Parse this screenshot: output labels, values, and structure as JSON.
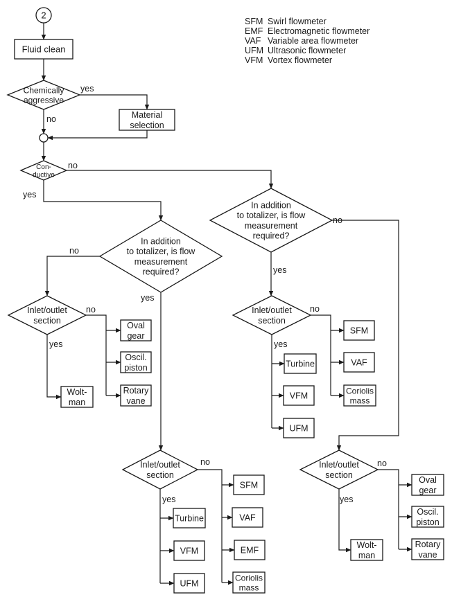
{
  "connector": "2",
  "legend": [
    {
      "abbr": "SFM",
      "name": "Swirl flowmeter"
    },
    {
      "abbr": "EMF",
      "name": "Electromagnetic flowmeter"
    },
    {
      "abbr": "VAF",
      "name": "Variable area flowmeter"
    },
    {
      "abbr": "UFM",
      "name": "Ultrasonic flowmeter"
    },
    {
      "abbr": "VFM",
      "name": "Vortex flowmeter"
    }
  ],
  "nodes": {
    "fluid_clean": [
      "Fluid clean"
    ],
    "chem_aggressive": [
      "Chemically",
      "aggressive"
    ],
    "material_selection": [
      "Material",
      "selection"
    ],
    "conductive": [
      "Con-",
      "ductive"
    ],
    "flow_q_left": [
      "In addition",
      "to totalizer, is flow",
      "measurement",
      "required?"
    ],
    "flow_q_right": [
      "In addition",
      "to totalizer, is flow",
      "measurement",
      "required?"
    ],
    "inlet_a": [
      "Inlet/outlet",
      "section"
    ],
    "inlet_b": [
      "Inlet/outlet",
      "section"
    ],
    "inlet_c": [
      "Inlet/outlet",
      "section"
    ],
    "inlet_d": [
      "Inlet/outlet",
      "section"
    ],
    "a_oval": [
      "Oval",
      "gear"
    ],
    "a_oscil": [
      "Oscil.",
      "piston"
    ],
    "a_rotary": [
      "Rotary",
      "vane"
    ],
    "a_woltman": [
      "Wolt-",
      "man"
    ],
    "b_sfm": [
      "SFM"
    ],
    "b_vaf": [
      "VAF"
    ],
    "b_coriolis": [
      "Coriolis",
      "mass"
    ],
    "b_turbine": [
      "Turbine"
    ],
    "b_vfm": [
      "VFM"
    ],
    "b_ufm": [
      "UFM"
    ],
    "c_sfm": [
      "SFM"
    ],
    "c_vaf": [
      "VAF"
    ],
    "c_emf": [
      "EMF"
    ],
    "c_coriolis": [
      "Coriolis",
      "mass"
    ],
    "c_turbine": [
      "Turbine"
    ],
    "c_vfm": [
      "VFM"
    ],
    "c_ufm": [
      "UFM"
    ],
    "d_oval": [
      "Oval",
      "gear"
    ],
    "d_oscil": [
      "Oscil.",
      "piston"
    ],
    "d_rotary": [
      "Rotary",
      "vane"
    ],
    "d_woltman": [
      "Wolt-",
      "man"
    ]
  },
  "edge_labels": {
    "chem_yes": "yes",
    "chem_no": "no",
    "cond_no": "no",
    "cond_yes": "yes",
    "q_left_no": "no",
    "q_left_yes": "yes",
    "q_right_no": "no",
    "q_right_yes": "yes",
    "inlet_a_no": "no",
    "inlet_a_yes": "yes",
    "inlet_b_no": "no",
    "inlet_b_yes": "yes",
    "inlet_c_no": "no",
    "inlet_c_yes": "yes",
    "inlet_d_no": "no",
    "inlet_d_yes": "yes"
  },
  "colors": {
    "stroke": "#1a1a1a",
    "text": "#1a1a1a",
    "background": "#ffffff"
  }
}
